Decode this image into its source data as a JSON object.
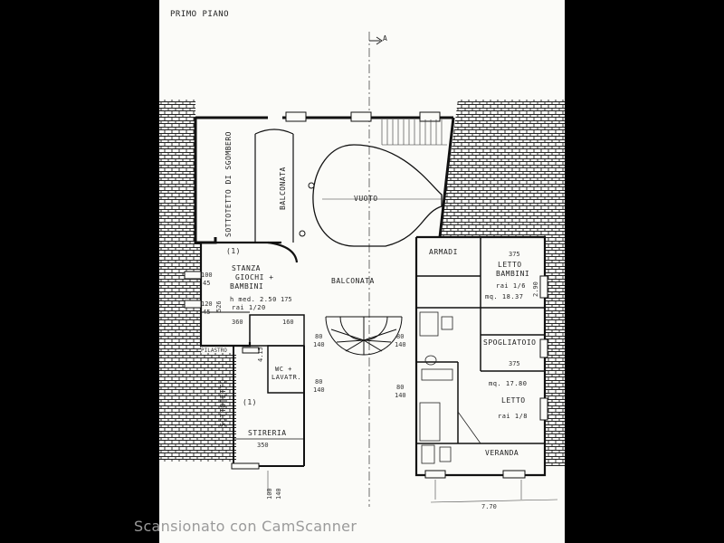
{
  "plan": {
    "title": "PRIMO PIANO",
    "section_marker": "A",
    "rooms": {
      "sottotetto_sgombero": "SOTTOTETTO DI SGOMBERO",
      "balconata_left": "BALCONATA",
      "vuoto": "VUOTO",
      "balconata_center": "BALCONATA",
      "stanza_num": "(1)",
      "stanza_line1": "STANZA",
      "stanza_line2": "GIOCHI +",
      "stanza_line3": "BAMBINI",
      "stanza_h": "h med. 2.50",
      "stanza_rai": "rai 1/20",
      "armadi": "ARMADI",
      "letto_bambini_line1": "LETTO",
      "letto_bambini_line2": "BAMBINI",
      "letto_bambini_rai": "rai 1/6",
      "letto_bambini_mq": "mq. 18.37",
      "spogliatoio": "SPOGLIATOIO",
      "letto_mq": "mq. 17.80",
      "letto": "LETTO",
      "letto_rai": "rai 1/8",
      "veranda": "VERANDA",
      "sottotetto": "SOTTOTETTO",
      "wc_line1": "WC +",
      "wc_line2": "LAVATR.",
      "stireria_num": "(1)",
      "stireria": "STIRERIA"
    },
    "dimensions": {
      "d_375_top": "375",
      "d_375_mid": "375",
      "d_526": "526",
      "d_100": "100",
      "d_45a": "45",
      "d_120": "120",
      "d_45b": "45",
      "d_175": "175",
      "d_360": "360",
      "d_160": "160",
      "d_80_a": "80",
      "d_140_a": "140",
      "d_80_b": "80",
      "d_140_b": "140",
      "d_80_c": "80",
      "d_140_c": "140",
      "d_80_d": "80",
      "d_140_d": "140",
      "d_415": "4.15",
      "d_350": "350",
      "d_290": "2.90",
      "d_100_b": "100",
      "d_140_e": "140",
      "d_770": "7.70",
      "d_pilastro": "PILASTRO"
    }
  },
  "watermark": "Scansionato con CamScanner"
}
